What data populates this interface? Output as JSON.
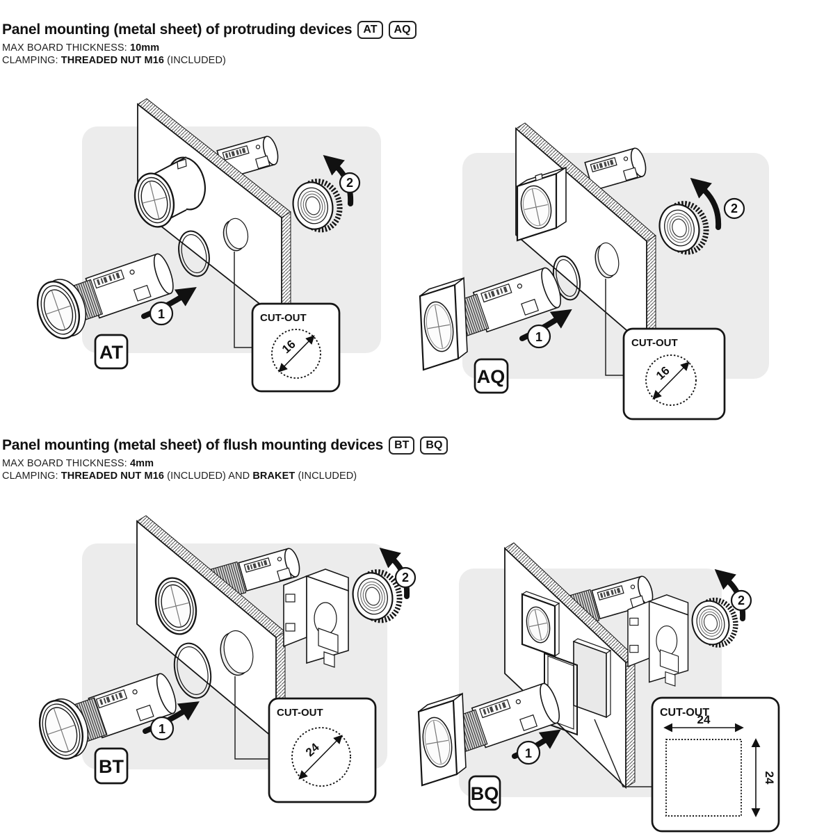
{
  "colors": {
    "background": "#ffffff",
    "diagram_bg": "#ececec",
    "line": "#151515"
  },
  "sections": [
    {
      "title": "Panel mounting (metal sheet) of protruding devices",
      "badge1": "AT",
      "badge2": "AQ",
      "thickness_label": "MAX BOARD THICKNESS: ",
      "thickness_value": "10mm",
      "clamping_label": "CLAMPING: ",
      "clamping_bold1": "THREADED NUT M16",
      "clamping_mid": " (INCLUDED)",
      "clamping_bold2": "",
      "clamping_post": ""
    },
    {
      "title": "Panel mounting (metal sheet) of flush mounting devices",
      "badge1": "BT",
      "badge2": "BQ",
      "thickness_label": "MAX BOARD THICKNESS: ",
      "thickness_value": "4mm",
      "clamping_label": "CLAMPING: ",
      "clamping_bold1": "THREADED NUT M16",
      "clamping_mid": " (INCLUDED) AND ",
      "clamping_bold2": "BRAKET",
      "clamping_post": " (INCLUDED)"
    }
  ],
  "diagrams": [
    {
      "id": "AT",
      "badge": "AT",
      "step1": "1",
      "step2": "2",
      "cutout_title": "CUT-OUT",
      "cutout_shape": "circle",
      "cutout_diameter": "16"
    },
    {
      "id": "AQ",
      "badge": "AQ",
      "step1": "1",
      "step2": "2",
      "cutout_title": "CUT-OUT",
      "cutout_shape": "circle",
      "cutout_diameter": "16"
    },
    {
      "id": "BT",
      "badge": "BT",
      "step1": "1",
      "step2": "2",
      "cutout_title": "CUT-OUT",
      "cutout_shape": "circle",
      "cutout_diameter": "24"
    },
    {
      "id": "BQ",
      "badge": "BQ",
      "step1": "1",
      "step2": "2",
      "cutout_title": "CUT-OUT",
      "cutout_shape": "square",
      "cutout_width": "24",
      "cutout_height": "24"
    }
  ]
}
